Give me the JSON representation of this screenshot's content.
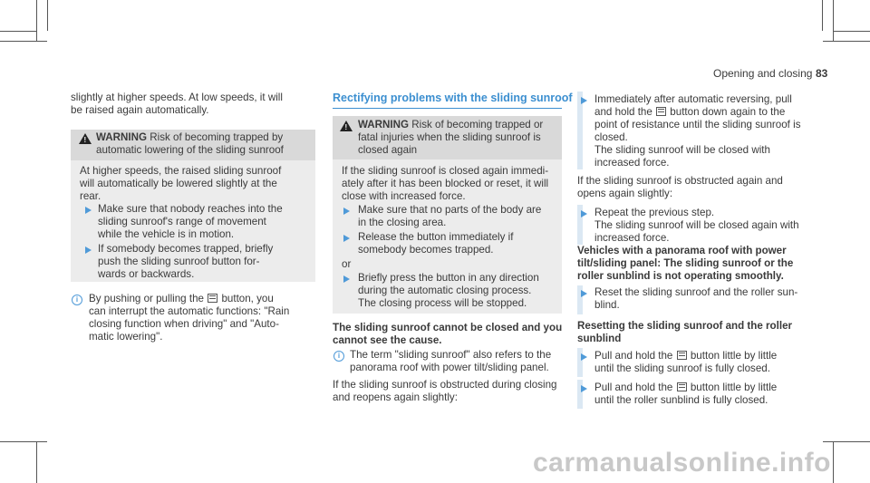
{
  "header": {
    "section": "Opening and closing",
    "page_number": "83"
  },
  "col1": {
    "intro_line1": "slightly at higher speeds. At low speeds, it will",
    "intro_line2": "be raised again automatically.",
    "warning": {
      "label": "WARNING",
      "title_line1": "Risk of becoming trapped by",
      "title_line2": "automatic lowering of the sliding sunroof",
      "body": [
        "At higher speeds, the raised sliding sunroof",
        "will automatically be lowered slightly at the",
        "rear."
      ],
      "step1": [
        "Make sure that nobody reaches into the",
        "sliding sunroof's range of movement",
        "while the vehicle is in motion."
      ],
      "step2": [
        "If somebody becomes trapped, briefly",
        "push the sliding sunroof button for-",
        "wards or backwards."
      ]
    },
    "note": {
      "line1_a": "By pushing or pulling the",
      "line1_b": "button, you",
      "line2": "can interrupt the automatic functions: \"Rain",
      "line3": "closing function when driving\" and \"Auto-",
      "line4": "matic lowering\"."
    }
  },
  "col2": {
    "heading": "Rectifying problems with the sliding sunroof",
    "warning": {
      "label": "WARNING",
      "title_line1": "Risk of becoming trapped or",
      "title_line2": "fatal injuries when the sliding sunroof is",
      "title_line3": "closed again",
      "body": [
        "If the sliding sunroof is closed again immedi-",
        "ately after it has been blocked or reset, it will",
        "close with increased force."
      ],
      "step1": [
        "Make sure that no parts of the body are",
        "in the closing area."
      ],
      "step2": [
        "Release the button immediately if",
        "somebody becomes trapped."
      ],
      "or": "or",
      "step3": [
        "Briefly press the button in any direction",
        "during the automatic closing process.",
        "The closing process will be stopped."
      ]
    },
    "subheading_line1": "The sliding sunroof cannot be closed and you",
    "subheading_line2": "cannot see the cause.",
    "note_line1": "The term \"sliding sunroof\" also refers to the",
    "note_line2": "panorama roof with power tilt/sliding panel.",
    "para_line1": "If the sliding sunroof is obstructed during closing",
    "para_line2": "and reopens again slightly:"
  },
  "col3": {
    "step1_a": "Immediately after automatic reversing, pull",
    "step1_b": "and hold the",
    "step1_c": "button down again to the",
    "step1_d": "point of resistance until the sliding sunroof is",
    "step1_e": "closed.",
    "step1_f": "The sliding sunroof will be closed with",
    "step1_g": "increased force.",
    "para_line1": "If the sliding sunroof is obstructed again and",
    "para_line2": "opens again slightly:",
    "step2_a": "Repeat the previous step.",
    "step2_b": "The sliding sunroof will be closed again with",
    "step2_c": "increased force.",
    "vehicles_line1": "Vehicles with a panorama roof with power",
    "vehicles_line2": "tilt/sliding panel: The sliding sunroof or the",
    "vehicles_line3": "roller sunblind is not operating smoothly.",
    "step3_a": "Reset the sliding sunroof and the roller sun-",
    "step3_b": "blind.",
    "reset_heading_line1": "Resetting the sliding sunroof and the roller",
    "reset_heading_line2": "sunblind",
    "step4_a": "Pull and hold the",
    "step4_b": "button little by little",
    "step4_c": "until the sliding sunroof is fully closed.",
    "step5_a": "Pull and hold the",
    "step5_b": "button little by little",
    "step5_c": "until the roller sunblind is fully closed."
  },
  "watermark": "carmanualsonline.info"
}
